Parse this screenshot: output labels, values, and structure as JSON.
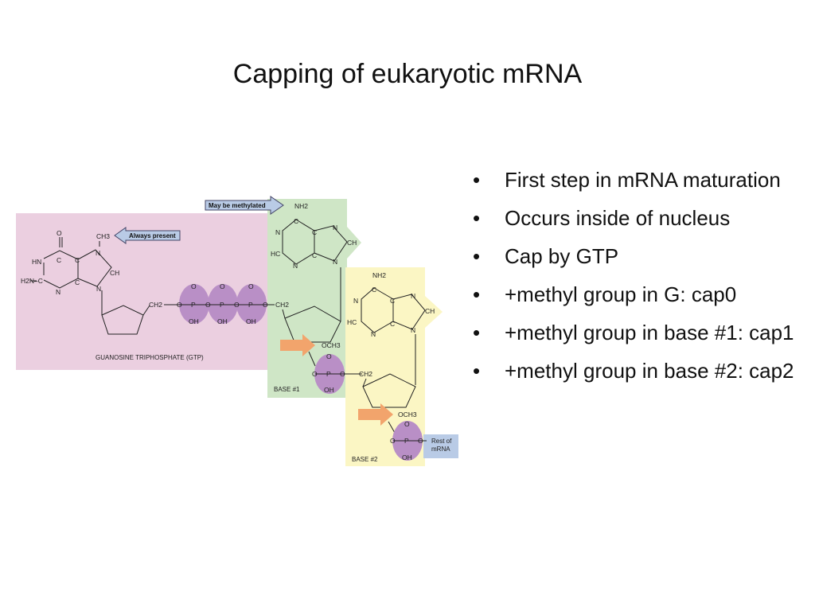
{
  "slide": {
    "title": "Capping of eukaryotic mRNA",
    "bullets": [
      "First step in mRNA maturation",
      "Occurs inside of nucleus",
      "Cap by GTP",
      "+methyl group in G: cap0",
      "+methyl group in base #1: cap1",
      "+methyl group in base #2: cap2"
    ]
  },
  "diagram": {
    "labels": {
      "gtp": "GUANOSINE TRIPHOSPHATE (GTP)",
      "base1": "BASE #1",
      "base2": "BASE #2",
      "always_present": "Always present",
      "may_be_methylated": "May be methylated",
      "rest_of_mrna_line1": "Rest of",
      "rest_of_mrna_line2": "mRNA"
    },
    "atoms": {
      "o": "O",
      "ch3": "CH3",
      "n": "N",
      "c": "C",
      "hn": "HN",
      "ch": "CH",
      "h2n_c": "H2N–C",
      "nh2": "NH2",
      "hc": "HC",
      "ch2": "CH2",
      "p": "P",
      "oh": "OH",
      "och3": "OCH3"
    },
    "colors": {
      "gtp_region": "#ebcfe0",
      "base1_region": "#cfe6c6",
      "base2_region": "#fbf6c4",
      "phosphate": "#b98fc6",
      "methyl_arrow": "#f2a46c",
      "note_box": "#b9cbe6"
    }
  }
}
